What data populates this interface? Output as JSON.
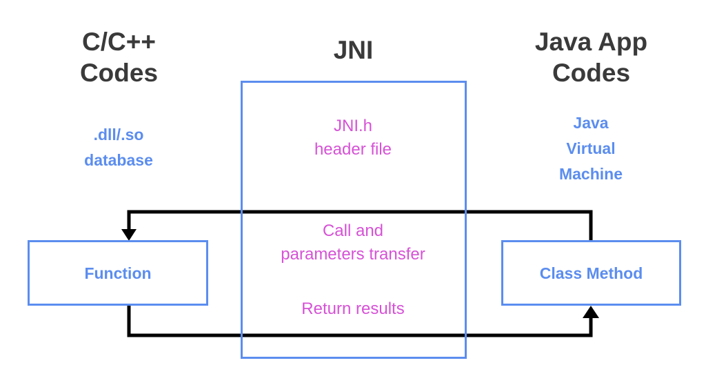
{
  "headings": {
    "left": "C/C++\nCodes",
    "middle": "JNI",
    "right": "Java App\nCodes"
  },
  "subtitles": {
    "left": ".dll/.so\ndatabase",
    "right": "Java\nVirtual\nMachine"
  },
  "jni": {
    "header_file": "JNI.h\nheader file",
    "call_label": "Call and\nparameters transfer",
    "return_label": "Return results"
  },
  "boxes": {
    "function_label": "Function",
    "class_method_label": "Class Method"
  },
  "colors": {
    "heading": "#3a3a3a",
    "blue": "#5b8def",
    "pink": "#d652d6",
    "arrow": "#000000"
  }
}
